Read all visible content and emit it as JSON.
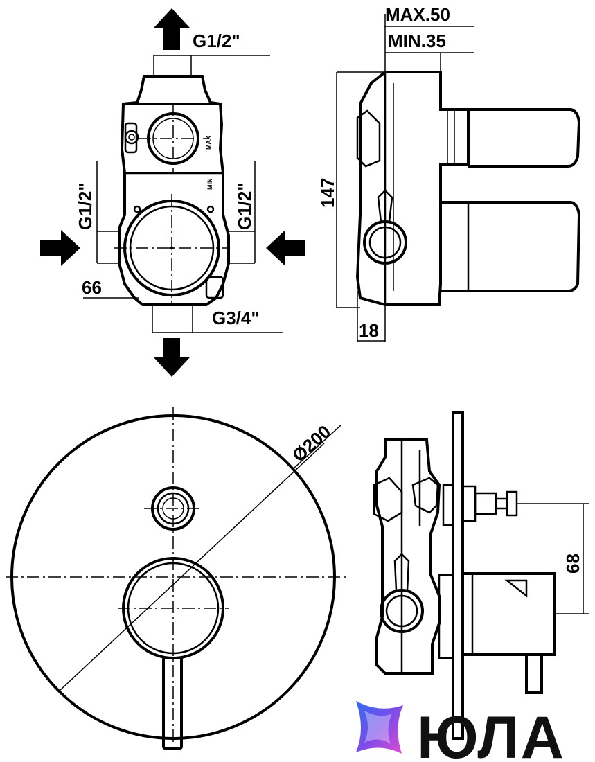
{
  "top_left_view": {
    "outlet_top_thread": "G1/2\"",
    "inlet_left_thread": "G1/2\"",
    "inlet_right_thread": "G1/2\"",
    "width_dim": "66",
    "outlet_bottom_thread": "G3/4\"",
    "mark_max": "MAX",
    "mark_min": "MIN"
  },
  "top_right_view": {
    "depth_max": "MAX.50",
    "depth_min": "MIN.35",
    "height_dim": "147",
    "offset_dim": "18"
  },
  "bottom_left_view": {
    "plate_diameter": "Ø200"
  },
  "bottom_right_view": {
    "handle_offset_dim": "68"
  },
  "logo": {
    "text": "ЮЛА",
    "colors": [
      "#2f6df0",
      "#7a4de8",
      "#e24bd3"
    ]
  }
}
